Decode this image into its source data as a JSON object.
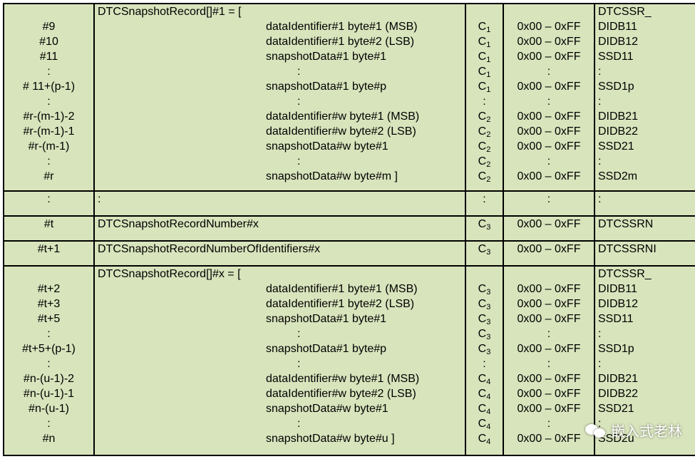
{
  "groups": [
    {
      "lines": [
        {
          "byte": "",
          "desc": "DTCSnapshotRecord[]#1 = [",
          "cvt": "",
          "cvt_sub": "",
          "hex": "",
          "mn": "DTCSSR_"
        },
        {
          "byte": "#9",
          "desc": "dataIdentifier#1 byte#1 (MSB)",
          "cvt": "C",
          "cvt_sub": "1",
          "hex": "0x00 – 0xFF",
          "mn": "DIDB11"
        },
        {
          "byte": "#10",
          "desc": "dataIdentifier#1 byte#2 (LSB)",
          "cvt": "C",
          "cvt_sub": "1",
          "hex": "0x00 – 0xFF",
          "mn": "DIDB12"
        },
        {
          "byte": "#11",
          "desc": "snapshotData#1 byte#1",
          "cvt": "C",
          "cvt_sub": "1",
          "hex": "0x00 – 0xFF",
          "mn": "SSD11"
        },
        {
          "byte": ":",
          "desc": ":",
          "cvt": "C",
          "cvt_sub": "1",
          "hex": ":",
          "mn": ":"
        },
        {
          "byte": "# 11+(p-1)",
          "desc": "snapshotData#1 byte#p",
          "cvt": "C",
          "cvt_sub": "1",
          "hex": "0x00 – 0xFF",
          "mn": "SSD1p"
        },
        {
          "byte": ":",
          "desc": ":",
          "cvt": ":",
          "cvt_sub": "",
          "hex": ":",
          "mn": ":"
        },
        {
          "byte": "#r-(m-1)-2",
          "desc": "dataIdentifier#w byte#1 (MSB)",
          "cvt": "C",
          "cvt_sub": "2",
          "hex": "0x00 – 0xFF",
          "mn": "DIDB21"
        },
        {
          "byte": "#r-(m-1)-1",
          "desc": "dataIdentifier#w byte#2 (LSB)",
          "cvt": "C",
          "cvt_sub": "2",
          "hex": "0x00 – 0xFF",
          "mn": "DIDB22"
        },
        {
          "byte": "#r-(m-1)",
          "desc": "snapshotData#w byte#1",
          "cvt": "C",
          "cvt_sub": "2",
          "hex": "0x00 – 0xFF",
          "mn": "SSD21"
        },
        {
          "byte": ":",
          "desc": ":",
          "cvt": "C",
          "cvt_sub": "2",
          "hex": ":",
          "mn": ":"
        },
        {
          "byte": "#r",
          "desc": "snapshotData#w byte#m ]",
          "cvt": "C",
          "cvt_sub": "2",
          "hex": "0x00 – 0xFF",
          "mn": "SSD2m"
        }
      ]
    },
    {
      "lines": [
        {
          "byte": ":",
          "desc": ":",
          "cvt": ":",
          "cvt_sub": "",
          "hex": ":",
          "mn": ":"
        }
      ]
    },
    {
      "lines": [
        {
          "byte": "#t",
          "desc": "DTCSnapshotRecordNumber#x",
          "cvt": "C",
          "cvt_sub": "3",
          "hex": "0x00 – 0xFF",
          "mn": "DTCSSRN"
        }
      ]
    },
    {
      "lines": [
        {
          "byte": "#t+1",
          "desc": "DTCSnapshotRecordNumberOfIdentifiers#x",
          "cvt": "C",
          "cvt_sub": "3",
          "hex": "0x00 – 0xFF",
          "mn": "DTCSSRNI"
        }
      ]
    },
    {
      "lines": [
        {
          "byte": "",
          "desc": "DTCSnapshotRecord[]#x = [",
          "cvt": "",
          "cvt_sub": "",
          "hex": "",
          "mn": "DTCSSR_"
        },
        {
          "byte": "#t+2",
          "desc": "dataIdentifier#1 byte#1 (MSB)",
          "cvt": "C",
          "cvt_sub": "3",
          "hex": "0x00 – 0xFF",
          "mn": "DIDB11"
        },
        {
          "byte": "#t+3",
          "desc": "dataIdentifier#1 byte#2 (LSB)",
          "cvt": "C",
          "cvt_sub": "3",
          "hex": "0x00 – 0xFF",
          "mn": "DIDB12"
        },
        {
          "byte": "#t+5",
          "desc": "snapshotData#1 byte#1",
          "cvt": "C",
          "cvt_sub": "3",
          "hex": "0x00 – 0xFF",
          "mn": "SSD11"
        },
        {
          "byte": ":",
          "desc": ":",
          "cvt": "C",
          "cvt_sub": "3",
          "hex": ":",
          "mn": ":"
        },
        {
          "byte": "#t+5+(p-1)",
          "desc": "snapshotData#1 byte#p",
          "cvt": "C",
          "cvt_sub": "3",
          "hex": "0x00 – 0xFF",
          "mn": "SSD1p"
        },
        {
          "byte": ":",
          "desc": ":",
          "cvt": ":",
          "cvt_sub": "",
          "hex": ":",
          "mn": ":"
        },
        {
          "byte": "#n-(u-1)-2",
          "desc": "dataIdentifier#w byte#1 (MSB)",
          "cvt": "C",
          "cvt_sub": "4",
          "hex": "0x00 – 0xFF",
          "mn": "DIDB21"
        },
        {
          "byte": "#n-(u-1)-1",
          "desc": "dataIdentifier#w byte#2 (LSB)",
          "cvt": "C",
          "cvt_sub": "4",
          "hex": "0x00 – 0xFF",
          "mn": "DIDB22"
        },
        {
          "byte": "#n-(u-1)",
          "desc": "snapshotData#w byte#1",
          "cvt": "C",
          "cvt_sub": "4",
          "hex": "0x00 – 0xFF",
          "mn": "SSD21"
        },
        {
          "byte": ":",
          "desc": ":",
          "cvt": "C",
          "cvt_sub": "4",
          "hex": ":",
          "mn": ":"
        },
        {
          "byte": "#n",
          "desc": "snapshotData#w byte#u ]",
          "cvt": "C",
          "cvt_sub": "4",
          "hex": "0x00 – 0xFF",
          "mn": "SSD2u"
        }
      ]
    }
  ],
  "watermark": {
    "text": "嵌入式老林",
    "icon": "wechat-icon"
  }
}
